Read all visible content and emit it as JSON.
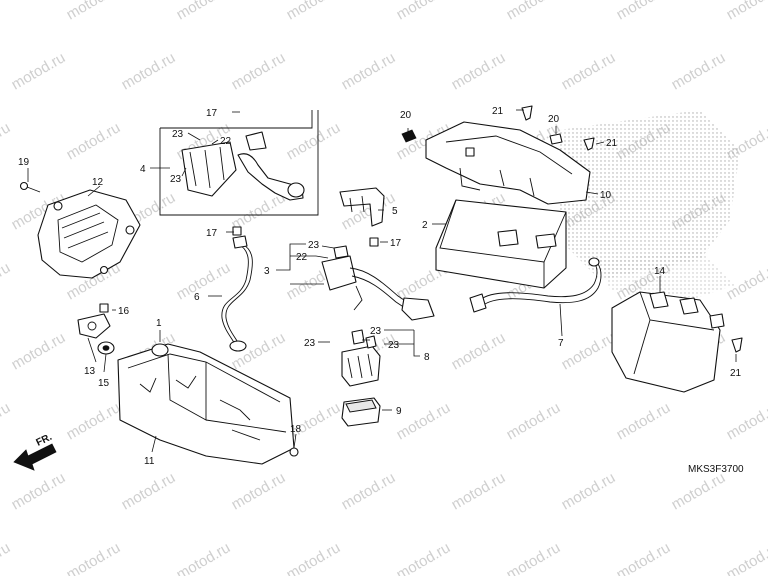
{
  "watermark": {
    "text": "motod.ru"
  },
  "diagram_code": "MKS3F3700",
  "front_arrow": {
    "label": "FR."
  },
  "callouts": {
    "c1": "1",
    "c2": "2",
    "c3": "3",
    "c4": "4",
    "c5": "5",
    "c6": "6",
    "c7": "7",
    "c8": "8",
    "c9": "9",
    "c10": "10",
    "c11": "11",
    "c12": "12",
    "c13": "13",
    "c14": "14",
    "c15": "15",
    "c16": "16",
    "c17a": "17",
    "c17b": "17",
    "c17c": "17",
    "c18": "18",
    "c19": "19",
    "c20a": "20",
    "c20b": "20",
    "c21a": "21",
    "c21b": "21",
    "c21c": "21",
    "c22a": "22",
    "c22b": "22",
    "c23a": "23",
    "c23b": "23",
    "c23c": "23",
    "c23d": "23",
    "c23e": "23",
    "c23f": "23"
  },
  "colors": {
    "line": "#111111",
    "watermark": "#cfcfcf",
    "dots": "#9a9a9a",
    "background": "#ffffff"
  }
}
